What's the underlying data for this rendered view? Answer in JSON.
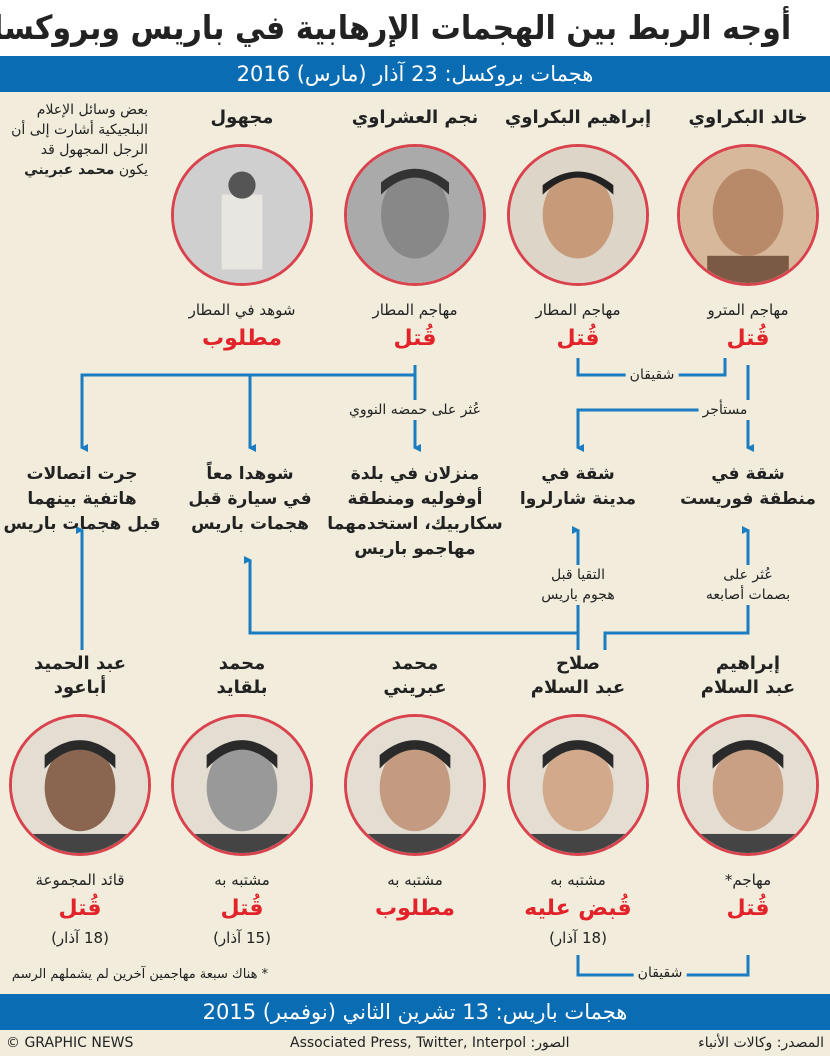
{
  "title": "أوجه الربط بين الهجمات الإرهابية في باريس وبروكسل",
  "brussels_band": "هجمات بروكسل: 23 آذار (مارس) 2016",
  "paris_band": "هجمات باريس: 13 تشرين الثاني (نوفمبر) 2015",
  "colors": {
    "band": "#0a6db3",
    "status": "#e2232a",
    "connector": "#1a7cc1",
    "background": "#f1ecdc"
  },
  "note": {
    "text": "بعض وسائل الإعلام البلجيكية أشارت إلى أن الرجل المجهول قد يكون",
    "bold": "محمد عبريني"
  },
  "top": [
    {
      "name": "خالد البكراوي",
      "role": "مهاجم المترو",
      "status": "قُتل"
    },
    {
      "name": "إبراهيم البكراوي",
      "role": "مهاجم المطار",
      "status": "قُتل"
    },
    {
      "name": "نجم العشراوي",
      "role": "مهاجم المطار",
      "status": "قُتل"
    },
    {
      "name": "مجهول",
      "role": "شوهد في المطار",
      "status": "مطلوب"
    }
  ],
  "links": {
    "brothers_top": "شقيقان",
    "renter": "مستأجر",
    "dna": "عُثر على حمضه النووي",
    "met": [
      "التقيا قبل",
      "هجوم باريس"
    ],
    "prints": [
      "عُثر على",
      "بصمات أصابعه"
    ],
    "brothers_bottom": "شقيقان"
  },
  "boxes": [
    [
      "شقة في",
      "منطقة فوريست"
    ],
    [
      "شقة في",
      "مدينة شارلروا"
    ],
    [
      "منزلان في بلدة",
      "أوفوليه ومنطقة",
      "سكاربيك، استخدمهما",
      "مهاجمو باريس"
    ],
    [
      "شوهدا معاً",
      "في سيارة قبل",
      "هجمات باريس"
    ],
    [
      "جرت اتصالات",
      "هاتفية بينهما",
      "قبل هجمات باريس"
    ]
  ],
  "bottom": [
    {
      "name": [
        "إبراهيم",
        "عبد السلام"
      ],
      "role": "مهاجم*",
      "status": "قُتل",
      "date": ""
    },
    {
      "name": [
        "صلاح",
        "عبد السلام"
      ],
      "role": "مشتبه به",
      "status": "قُبض عليه",
      "date": "(18 آذار)"
    },
    {
      "name": [
        "محمد",
        "عبريني"
      ],
      "role": "مشتبه به",
      "status": "مطلوب",
      "date": ""
    },
    {
      "name": [
        "محمد",
        "بلقايد"
      ],
      "role": "مشتبه به",
      "status": "قُتل",
      "date": "(15 آذار)"
    },
    {
      "name": [
        "عبد الحميد",
        "أباعود"
      ],
      "role": "قائد المجموعة",
      "status": "قُتل",
      "date": "(18 آذار)"
    }
  ],
  "footnote": "* هناك سبعة مهاجمين آخرين لم يشملهم الرسم",
  "footer": {
    "credit": "© GRAPHIC NEWS",
    "photos": "الصور: Associated Press, Twitter, Interpol",
    "source": "المصدر: وكالات الأنباء"
  }
}
